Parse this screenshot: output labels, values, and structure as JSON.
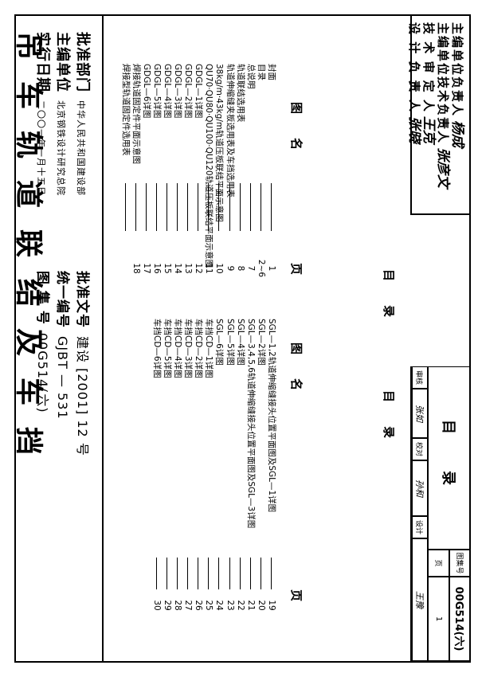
{
  "title_block_left": {
    "main_title": "吊车轨道联结及车挡",
    "rows": [
      {
        "k1": "批准部门",
        "v1": "中华人民共和国建设部",
        "k2": "批准文号",
        "v2": "建设 [2001] 12 号"
      },
      {
        "k1": "主编单位",
        "v1": "北京钢铁设计研究总院",
        "k2": "统一编号",
        "v2": "GJBT — 531"
      },
      {
        "k1": "实行日期",
        "v1": "二〇〇一年一月十五日",
        "k2": "图 集 号",
        "v2": "00G514(六)"
      }
    ]
  },
  "approval": {
    "lines": [
      {
        "label": "主编单位负责人",
        "sig": "杨成"
      },
      {
        "label": "主编单位技术负责人",
        "sig": "张彦文"
      },
      {
        "label": "技 术 审 定 人",
        "sig": "王克"
      },
      {
        "label": "设 计 负 责 人",
        "sig": "张晓"
      }
    ]
  },
  "contents": {
    "heading": "目　　录",
    "col_headers": {
      "name": "图　　名",
      "page": "页"
    },
    "left_entries": [
      {
        "name": "封面",
        "page": "1"
      },
      {
        "name": "目录",
        "page": "2~6"
      },
      {
        "name": "总说明",
        "page": "7"
      },
      {
        "name": "轨道联结选用表",
        "page": "8"
      },
      {
        "name": "轨道伸缩缝夹板选用表及车挡选用表",
        "page": "9"
      },
      {
        "name": "38kg/m·43kg/m轨道压板联结平面示意图",
        "page": "10"
      },
      {
        "name": "QU70·QU80·QU100·QU120轨道压板联结平面示意图",
        "page": "11"
      },
      {
        "name": "GDGL—1详图",
        "page": "12"
      },
      {
        "name": "GDGL—2详图",
        "page": "13"
      },
      {
        "name": "GDGL—3详图",
        "page": "14"
      },
      {
        "name": "GDGL—4详图",
        "page": "15"
      },
      {
        "name": "GDGL—5详图",
        "page": "16"
      },
      {
        "name": "GDGL—6详图",
        "page": "17"
      },
      {
        "name": "焊接轨道固定件平面示意图",
        "page": "18"
      },
      {
        "name": "焊接型轨道固定件选用表",
        "page": ""
      }
    ],
    "right_entries": [
      {
        "name": "SGL—1,2轨道伸缩缝接头位置平面图及SGL—1详图",
        "page": "19"
      },
      {
        "name": "SGL—2详图",
        "page": "20"
      },
      {
        "name": "SGL—3,4,5,6轨道伸缩缝接头位置平面图及SGL—3详图",
        "page": "21"
      },
      {
        "name": "SGL—4详图",
        "page": "22"
      },
      {
        "name": "SGL—5详图",
        "page": "23"
      },
      {
        "name": "SGL—6详图",
        "page": "24"
      },
      {
        "name": "车挡CD—1详图",
        "page": "25"
      },
      {
        "name": "车挡CD—2详图",
        "page": "26"
      },
      {
        "name": "车挡CD—3详图",
        "page": "27"
      },
      {
        "name": "车挡CD—4详图",
        "page": "28"
      },
      {
        "name": "车挡CD—5详图",
        "page": "29"
      },
      {
        "name": "车挡CD—6详图",
        "page": "30"
      }
    ]
  },
  "drawing_title_block": {
    "title": "目　录",
    "atlas_label": "图集号",
    "atlas_no": "00G514(六)",
    "page_label": "页",
    "page_no": "1",
    "review_label": "审核",
    "review_sig": "张如",
    "check_label": "校对",
    "check_sig": "孙和",
    "design_label": "设计",
    "design_sig": "王豫"
  }
}
